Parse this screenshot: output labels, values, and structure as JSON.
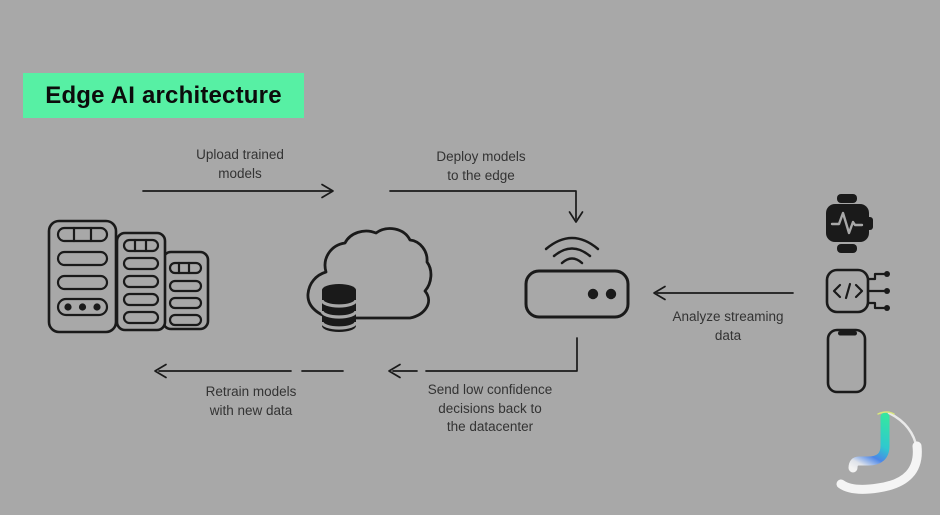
{
  "colors": {
    "background": "#a8a8a8",
    "line": "#1a1a1a",
    "label": "#333333",
    "title_bg": "#57f0a4",
    "title_text": "#0c0c0c",
    "logo_white": "#f4f4f4",
    "logo_teal": "#35e6a2",
    "logo_blue": "#4b86e8"
  },
  "header": {
    "title": "Edge AI architecture"
  },
  "flow_labels": {
    "upload": {
      "line1": "Upload trained",
      "line2": "models"
    },
    "deploy": {
      "line1": "Deploy models",
      "line2": "to the edge"
    },
    "analyze": {
      "line1": "Analyze streaming",
      "line2": "data"
    },
    "send_back": {
      "line1": "Send low confidence",
      "line2": "decisions back to",
      "line3": "the datacenter"
    },
    "retrain": {
      "line1": "Retrain models",
      "line2": "with new data"
    }
  },
  "icons": {
    "datacenter": "server-racks-icon",
    "cloud": "cloud-database-icon",
    "edge_device": "edge-gateway-wifi-icon",
    "device_watch": "smartwatch-heartbeat-icon",
    "device_module": "code-module-icon",
    "device_phone": "smartphone-icon",
    "brand": "j-brand-logo"
  }
}
